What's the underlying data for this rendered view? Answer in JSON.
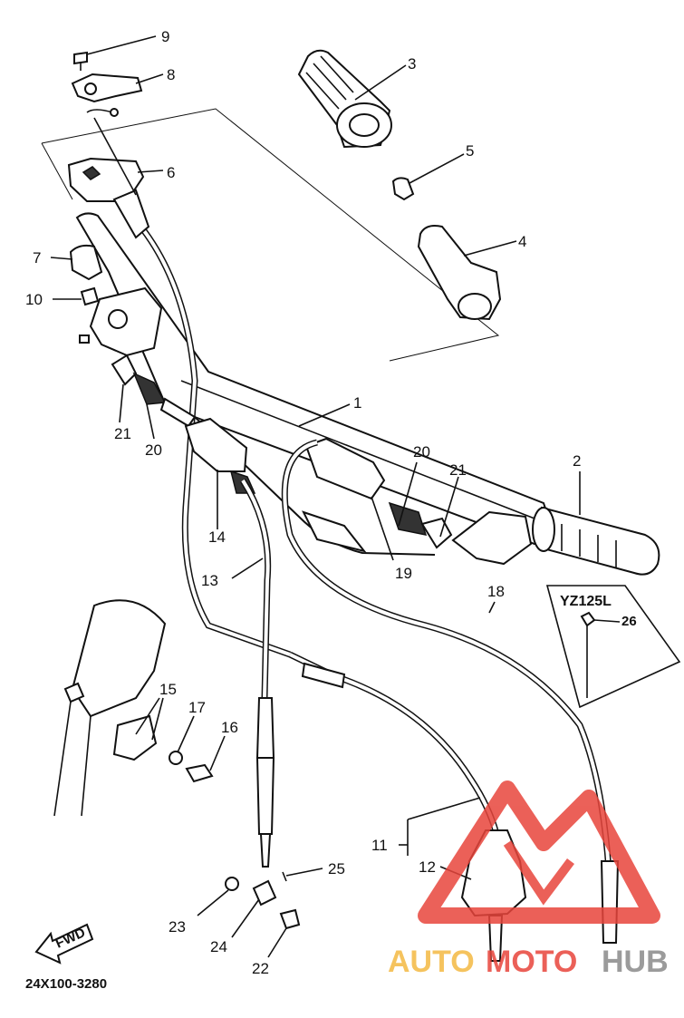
{
  "diagram": {
    "part_labels": {
      "p1": "1",
      "p2": "2",
      "p3": "3",
      "p4": "4",
      "p5": "5",
      "p6": "6",
      "p7": "7",
      "p8": "8",
      "p9": "9",
      "p10": "10",
      "p11": "11",
      "p12": "12",
      "p13": "13",
      "p14": "14",
      "p15": "15",
      "p16": "16",
      "p17": "17",
      "p18": "18",
      "p19": "19",
      "p20a": "20",
      "p20b": "20",
      "p21a": "21",
      "p21b": "21",
      "p22": "22",
      "p23": "23",
      "p24": "24",
      "p25": "25",
      "p26": "26"
    },
    "variant_label": "YZ125L",
    "fwd_label": "FWD",
    "drawing_code": "24X100-3280",
    "watermark": {
      "part1": "AUTO",
      "part2": "MOTO",
      "part3": "HUB"
    },
    "colors": {
      "line": "#111111",
      "watermark_red": "#e8453c",
      "watermark_yellow": "#f4b942",
      "watermark_gray": "#8a8a8a"
    }
  }
}
